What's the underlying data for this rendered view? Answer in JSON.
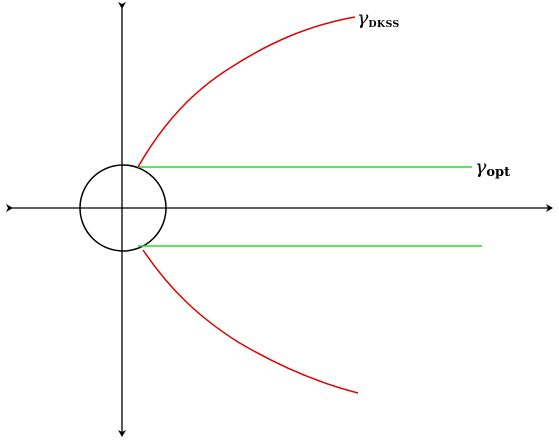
{
  "labels": {
    "dkss": {
      "symbol": "γ",
      "subscript": "DKSS"
    },
    "opt": {
      "symbol": "γ",
      "subscript": "opt"
    }
  },
  "colors": {
    "axes": "#000000",
    "circle": "#000000",
    "dkss_curve": "#e00000",
    "opt_lines": "#22e022"
  }
}
